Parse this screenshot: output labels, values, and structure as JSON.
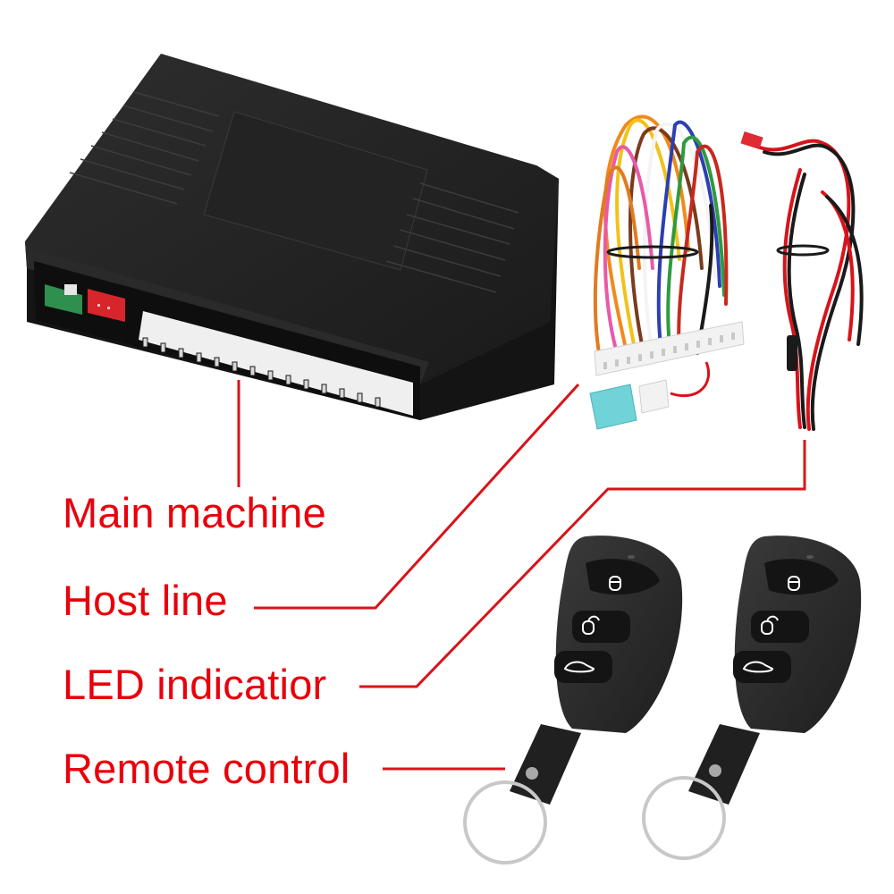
{
  "image": {
    "type": "product-infographic",
    "subject": "car remote central door locking kit",
    "accent_color": "#e8000b",
    "background_color": "#ffffff"
  },
  "labels": [
    {
      "id": "main-machine",
      "text": "Main machine"
    },
    {
      "id": "host-line",
      "text": "Host line"
    },
    {
      "id": "led-indicator",
      "text": "LED indicatior"
    },
    {
      "id": "remote-control",
      "text": "Remote control"
    }
  ],
  "components": {
    "control_box": {
      "color": "#1c1c1c",
      "connector_pins": 14
    },
    "host_wiring_harness": {
      "connector": "white multi-pin",
      "fuse_color": "#6fd3d8"
    },
    "led_wire": {
      "colors": [
        "#d7141a",
        "#1a1a1a"
      ],
      "connector_color": "#e02a34"
    },
    "remotes": {
      "count": 2,
      "buttons": [
        "lock-icon",
        "unlock-icon",
        "trunk-icon"
      ]
    }
  }
}
